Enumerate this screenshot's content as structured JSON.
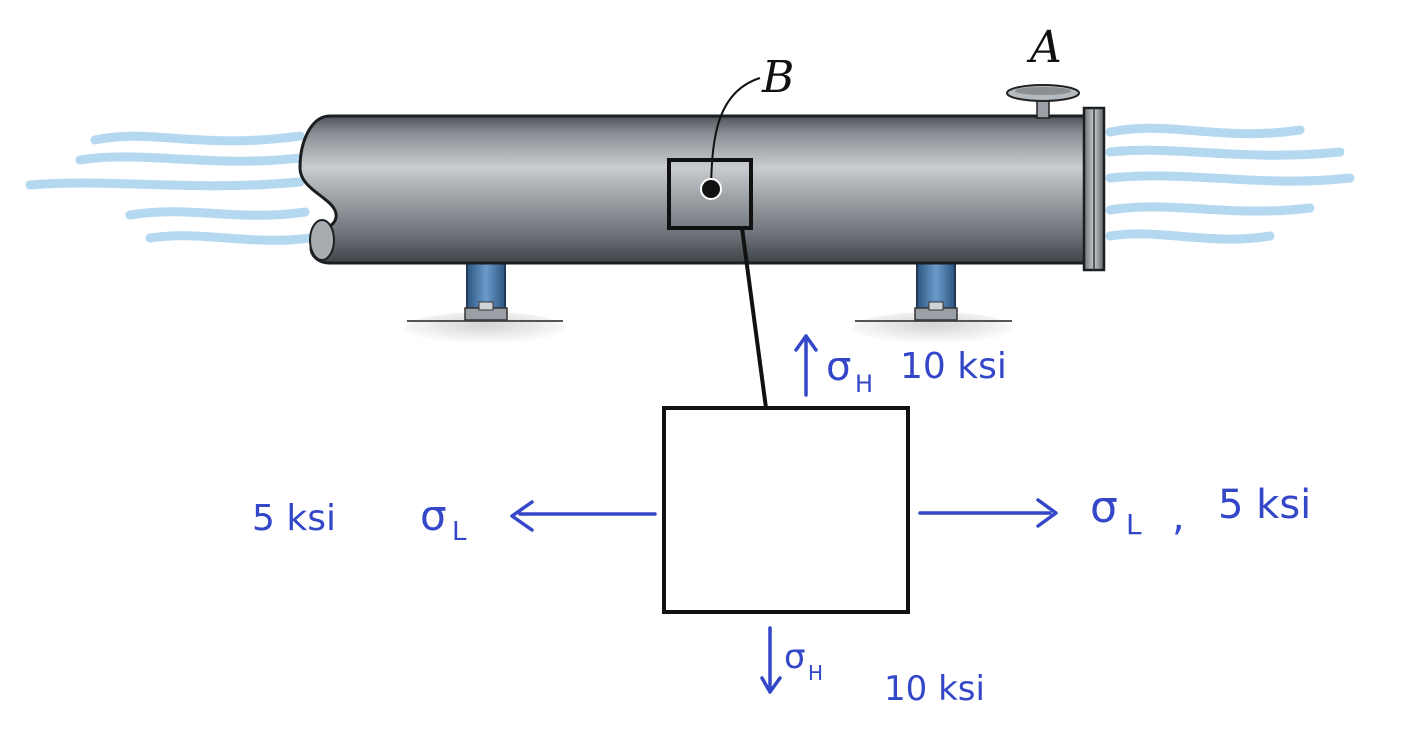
{
  "figure": {
    "valve_label": "A",
    "point_label": "B"
  },
  "annotations": {
    "sigma_symbol": "σ",
    "hoop_sub": "H",
    "long_sub": "L",
    "top_hoop_value": "10 ksi",
    "bottom_hoop_value": "10 ksi",
    "left_long_value": "5 ksi",
    "right_long_value": "5 ksi",
    "comma": ","
  },
  "colors": {
    "pipe_light": "#c7cbcf",
    "pipe_dark": "#6b7075",
    "support": "#3f6f9e",
    "steam": "#9cc9ec",
    "ink": "#3347c8"
  }
}
